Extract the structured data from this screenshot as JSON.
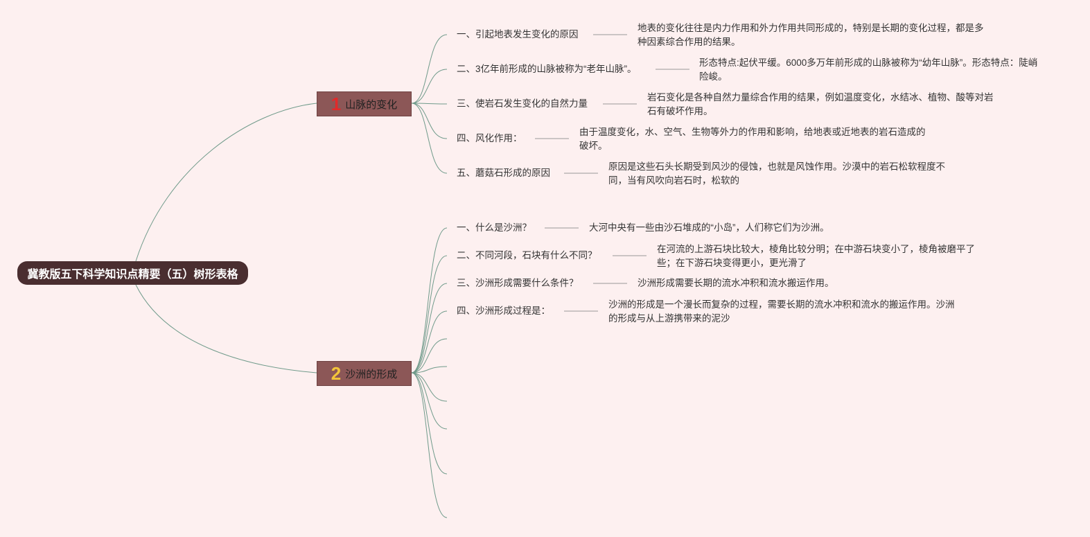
{
  "root": {
    "title": "冀教版五下科学知识点精要（五）树形表格"
  },
  "branches": [
    {
      "number": "1",
      "label": "山脉的变化",
      "items": [
        {
          "q": "一、引起地表发生变化的原因",
          "a": "地表的变化往往是内力作用和外力作用共同形成的，特别是长期的变化过程，都是多种因素综合作用的结果。"
        },
        {
          "q": "二、3亿年前形成的山脉被称为“老年山脉”。",
          "a": "形态特点:起伏平缓。6000多万年前形成的山脉被称为“幼年山脉”。形态特点：陡峭险峻。"
        },
        {
          "q": "三、使岩石发生变化的自然力量",
          "a": "岩石变化是各种自然力量综合作用的结果，例如温度变化，水结冰、植物、酸等对岩石有破坏作用。"
        },
        {
          "q": "四、风化作用：",
          "a": "由于温度变化，水、空气、生物等外力的作用和影响，给地表或近地表的岩石造成的破坏。"
        },
        {
          "q": "五、蘑菇石形成的原因",
          "a": "原因是这些石头长期受到风沙的侵蚀，也就是风蚀作用。沙漠中的岩石松软程度不同，当有风吹向岩石时，松软的"
        }
      ]
    },
    {
      "number": "2",
      "label": "沙洲的形成",
      "items": [
        {
          "q": "一、什么是沙洲？",
          "a": "大河中央有一些由沙石堆成的“小岛”，人们称它们为沙洲。"
        },
        {
          "q": "二、不同河段，石块有什么不同？",
          "a": "在河流的上游石块比较大，棱角比较分明；在中游石块变小了，棱角被磨平了些；在下游石块变得更小，更光滑了"
        },
        {
          "q": "三、沙洲形成需要什么条件？",
          "a": "沙洲形成需要长期的流水冲积和流水搬运作用。"
        },
        {
          "q": "四、沙洲形成过程是：",
          "a": "沙洲的形成是一个漫长而复杂的过程，需要长期的流水冲积和流水的搬运作用。沙洲的形成与从上游携带来的泥沙"
        }
      ]
    }
  ],
  "colors": {
    "root_bg": "#4a2e30",
    "node_bg": "#8c5757",
    "line": "#6f9a8a",
    "num1": "#e12a2a",
    "num2": "#f3c53a"
  }
}
